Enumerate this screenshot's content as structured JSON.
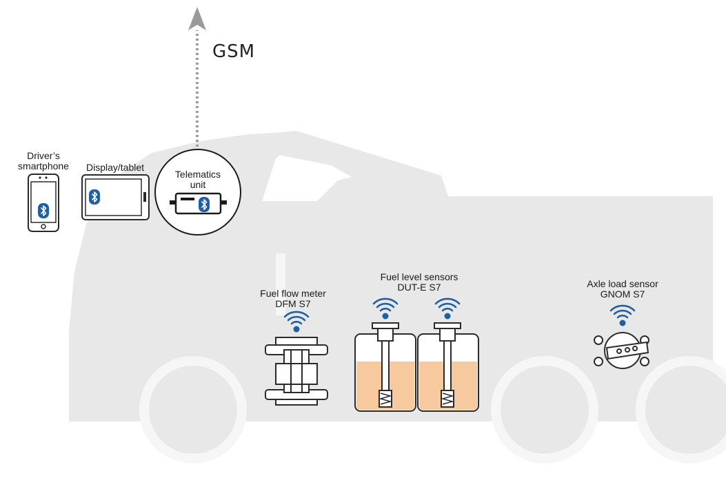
{
  "gsm": {
    "label": "GSM"
  },
  "devices": {
    "smartphone": {
      "line1": "Driver’s",
      "line2": "smartphone",
      "icon": "bluetooth-icon"
    },
    "tablet": {
      "label": "Display/tablet",
      "icon": "bluetooth-icon"
    },
    "telematics": {
      "line1": "Telematics",
      "line2": "unit",
      "icon": "bluetooth-icon"
    }
  },
  "sensors": {
    "flow_meter": {
      "line1": "Fuel flow meter",
      "line2": "DFM S7",
      "icon": "wireless-signal-icon"
    },
    "fuel_level": {
      "line1": "Fuel level sensors",
      "line2": "DUT-E S7",
      "icon": "wireless-signal-icon"
    },
    "axle_load": {
      "line1": "Axle load sensor",
      "line2": "GNOM S7",
      "icon": "wireless-signal-icon"
    }
  },
  "colors": {
    "truck": "#e8e8e8",
    "wireless": "#1f5fa6",
    "fuel": "#f6c99e",
    "outline": "#2a2a2a",
    "arrow": "#9a9a9a"
  }
}
